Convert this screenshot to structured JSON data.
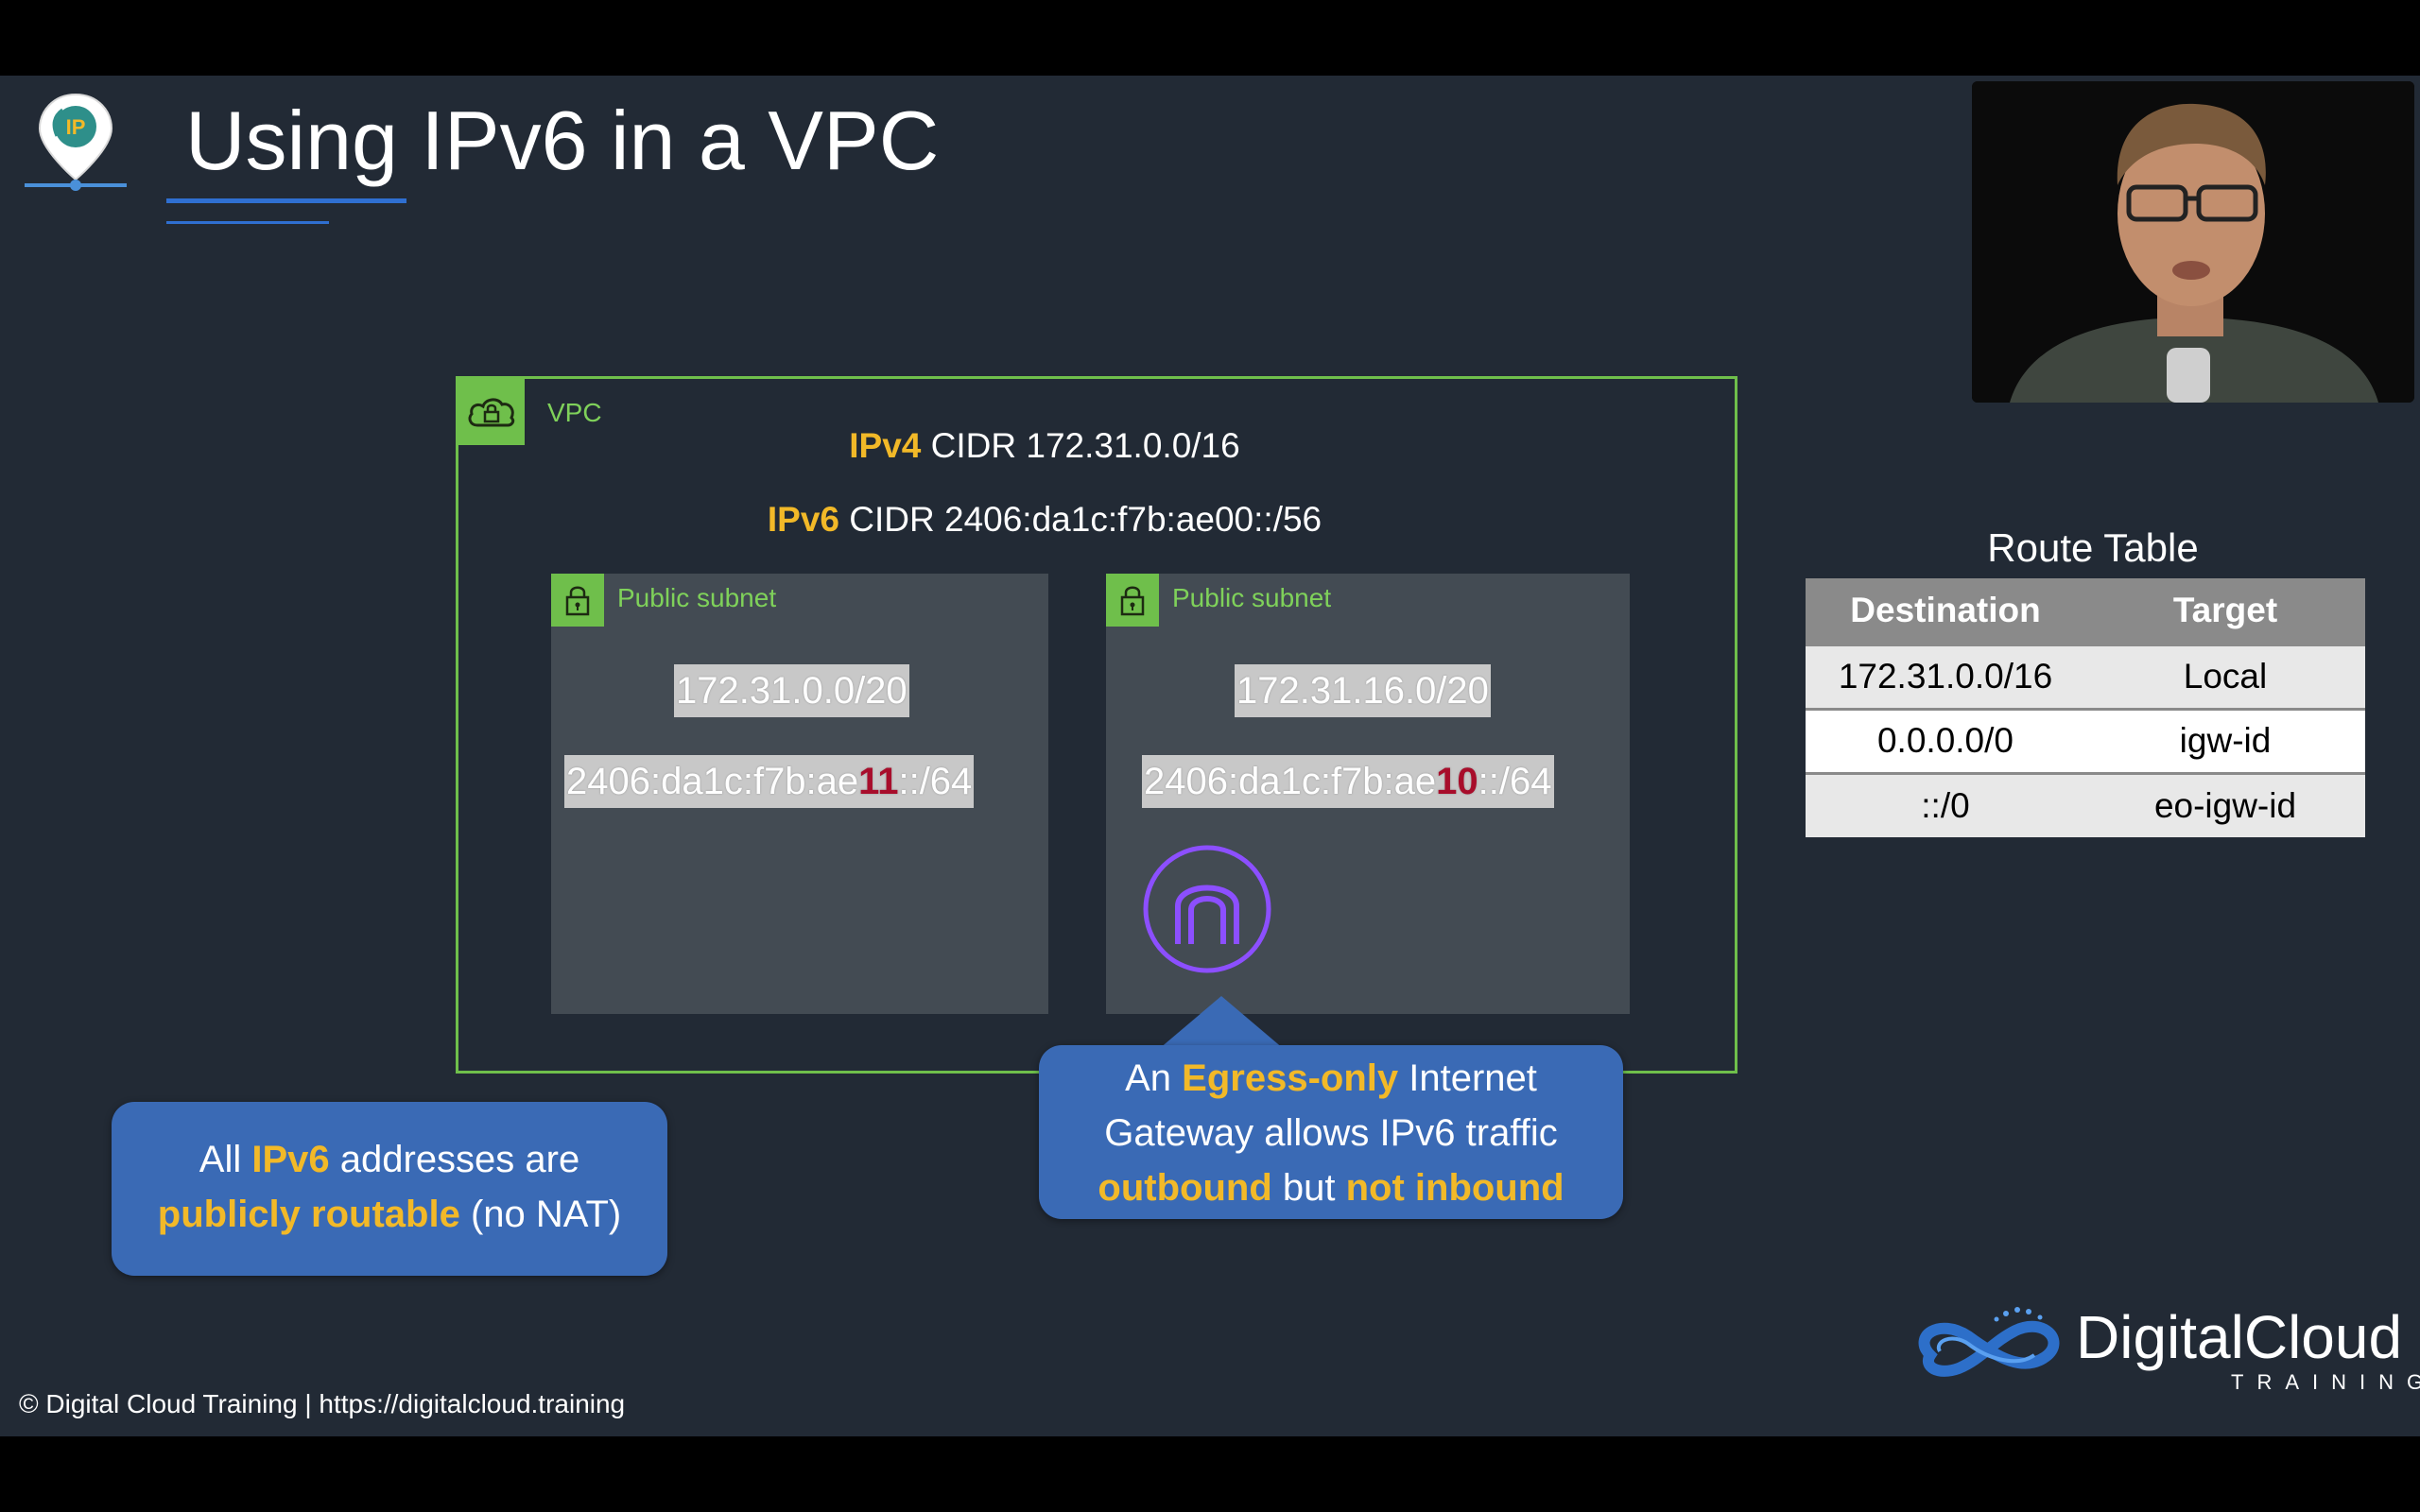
{
  "slide": {
    "title": "Using IPv6 in a VPC",
    "logo_text": "IP"
  },
  "vpc": {
    "label": "VPC",
    "ipv4_tag": "IPv4",
    "ipv4_text": "CIDR 172.31.0.0/16",
    "ipv6_tag": "IPv6",
    "ipv6_text": "CIDR 2406:da1c:f7b:ae00::/56"
  },
  "subnets": [
    {
      "label": "Public subnet",
      "ipv4": "172.31.0.0/20",
      "ipv6_prefix": "2406:da1c:f7b:ae",
      "ipv6_highlight": "11",
      "ipv6_suffix": "::/64"
    },
    {
      "label": "Public subnet",
      "ipv4": "172.31.16.0/20",
      "ipv6_prefix": "2406:da1c:f7b:ae",
      "ipv6_highlight": "10",
      "ipv6_suffix": "::/64"
    }
  ],
  "callouts": {
    "left": {
      "t1": "All ",
      "h1": "IPv6",
      "t2": " addresses are",
      "h2": "publicly routable",
      "t3": " (no NAT)"
    },
    "right": {
      "t1": "An ",
      "h1": "Egress-only",
      "t2": " Internet",
      "t3": "Gateway allows IPv6 traffic",
      "h2": "outbound",
      "t4": " but ",
      "h3": "not inbound"
    }
  },
  "route_table": {
    "title": "Route Table",
    "headers": [
      "Destination",
      "Target"
    ],
    "rows": [
      [
        "172.31.0.0/16",
        "Local"
      ],
      [
        "0.0.0.0/0",
        "igw-id"
      ],
      [
        "::/0",
        "eo-igw-id"
      ]
    ]
  },
  "footer": {
    "copyright": "© Digital Cloud Training  | https://digitalcloud.training"
  },
  "brand": {
    "name": "DigitalCloud",
    "sub": "TRAINING"
  },
  "colors": {
    "background": "#222a35",
    "highlight": "#f2b928",
    "vpc_green": "#6fbf4b",
    "callout_blue": "#3a6ab5",
    "ipv6_red": "#a80d2b",
    "igw_purple": "#8c4fff"
  }
}
